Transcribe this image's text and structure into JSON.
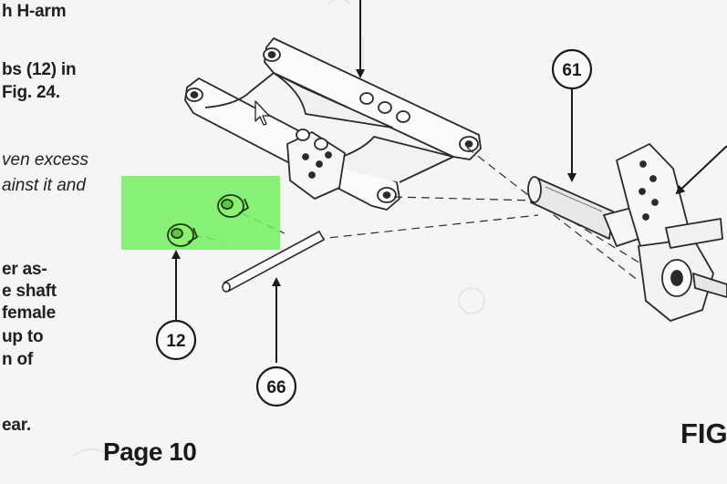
{
  "text_lines": [
    {
      "text": "h H-arm",
      "style": "bold"
    },
    {
      "text": "bs (12) in",
      "style": "bold"
    },
    {
      "text": "Fig. 24.",
      "style": "bold"
    },
    {
      "text": "ven excess",
      "style": "italic"
    },
    {
      "text": "ainst it and",
      "style": "italic"
    },
    {
      "text": "er as-",
      "style": "bold"
    },
    {
      "text": "e shaft",
      "style": "bold"
    },
    {
      "text": "female",
      "style": "bold"
    },
    {
      "text": "up to",
      "style": "bold"
    },
    {
      "text": "n of",
      "style": "bold"
    },
    {
      "text": "ear.",
      "style": "bold"
    }
  ],
  "callouts": [
    {
      "number": "61"
    },
    {
      "number": "12"
    },
    {
      "number": "66"
    }
  ],
  "footer": {
    "page_label": "Page 10",
    "fig_label": "FIG"
  },
  "highlight": {
    "color": "#76ee60",
    "target": "callout 12 bushings"
  },
  "colors": {
    "paper": "#f5f5f3",
    "ink": "#1c1c1c",
    "highlight": "#76ee60"
  },
  "cursor": {
    "icon": "arrow-pointer-icon"
  }
}
